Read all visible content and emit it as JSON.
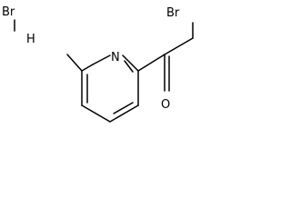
{
  "molecule": {
    "salt": {
      "element": "Br",
      "hydrogen": "H"
    },
    "ring_nitrogen": "N",
    "bromo_substituent": "Br",
    "carbonyl_oxygen": "O"
  },
  "colors": {
    "bond": "#000000",
    "label": "#000000",
    "background": "#ffffff"
  }
}
